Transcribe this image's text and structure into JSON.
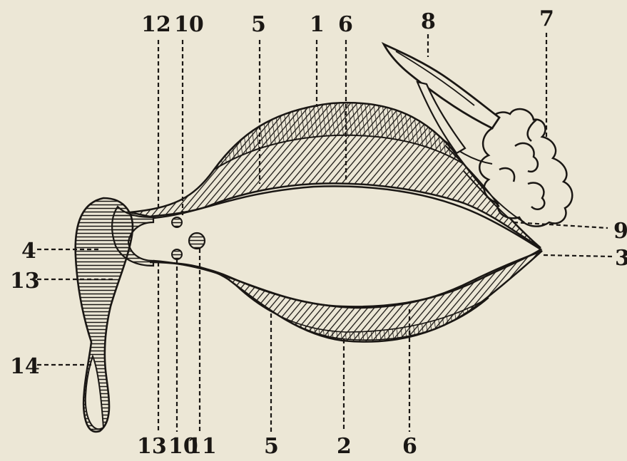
{
  "colors": {
    "paper": "#ece7d6",
    "ink": "#1a1714"
  },
  "labels": {
    "top": {
      "l12": "12",
      "l10": "10",
      "l5": "5",
      "l1": "1",
      "l6": "6",
      "l8": "8",
      "l7": "7"
    },
    "left": {
      "l4": "4",
      "l13": "13",
      "l14": "14"
    },
    "right": {
      "l9": "9",
      "l3": "3"
    },
    "bottom": {
      "l13": "13",
      "l10": "10",
      "l11": "11",
      "l5": "5",
      "l2": "2",
      "l6": "6"
    }
  }
}
